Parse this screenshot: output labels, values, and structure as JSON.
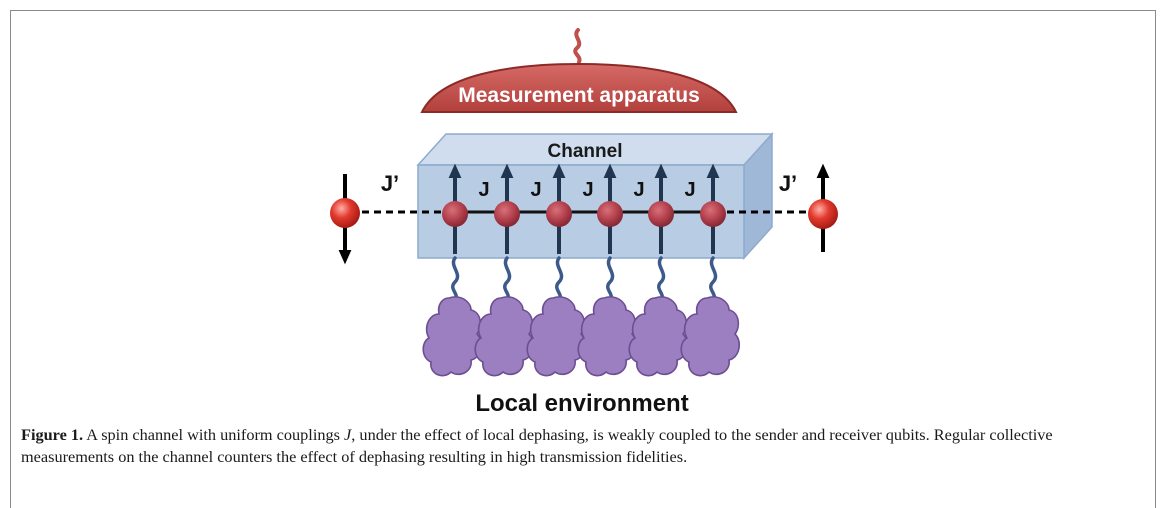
{
  "figure": {
    "apparatus_label": "Measurement apparatus",
    "channel_label": "Channel",
    "coupling_outer": "J’",
    "coupling_inner": "J",
    "environment_label": "Local environment",
    "colors": {
      "apparatus": "#c0504d",
      "channel_front": "#b8cce4",
      "spin": "#c0504d",
      "cloud": "#8064a2",
      "arrow": "#1f3550"
    }
  },
  "caption": {
    "label": "Figure 1.",
    "text_before_symbol": " A spin channel with uniform couplings ",
    "symbol": "J",
    "text_after_symbol": ", under the effect of local dephasing, is weakly coupled to the sender and receiver qubits. Regular collective measurements on the channel counters the effect of dephasing resulting in high transmission fidelities."
  }
}
